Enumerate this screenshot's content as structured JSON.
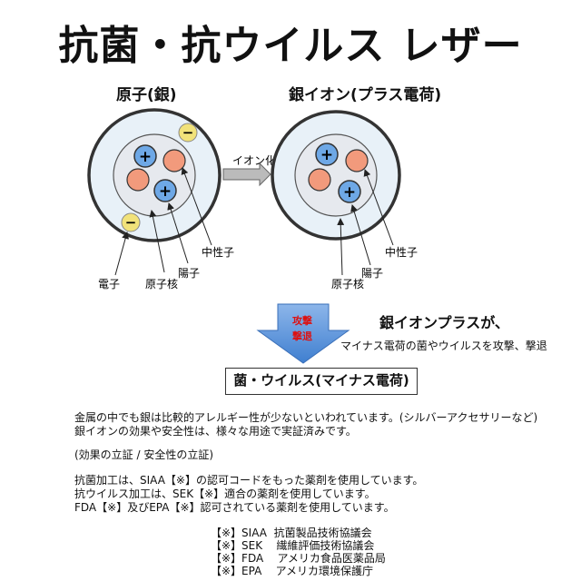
{
  "title": "抗菌・抗ウイルス レザー",
  "atom": {
    "title": "原子(銀)",
    "labels": {
      "electron": "電子",
      "nucleus": "原子核",
      "proton": "陽子",
      "neutron": "中性子"
    }
  },
  "ion": {
    "title": "銀イオン(プラス電荷)",
    "labels": {
      "nucleus": "原子核",
      "proton": "陽子",
      "neutron": "中性子"
    }
  },
  "arrow_label": "イオン化",
  "signs": {
    "plus": "+",
    "minus": "−"
  },
  "attack": {
    "line1": "攻撃",
    "line2": "撃退"
  },
  "silver_plus": "銀イオンプラスが、",
  "silver_plus_desc": "マイナス電荷の菌やウイルスを攻撃、撃退",
  "box_title": "菌・ウイルス(マイナス電荷)",
  "paragraph1": [
    "金属の中でも銀は比較的アレルギー性が少ないといわれています。(シルバーアクセサリーなど)",
    "銀イオンの効果や安全性は、様々な用途で実証済みです。"
  ],
  "proof": "(効果の立証 / 安全性の立証)",
  "paragraph2": [
    "抗菌加工は、SIAA【※】の認可コードをもった薬剤を使用しています。",
    "抗ウイルス加工は、SEK【※】適合の薬剤を使用しています。",
    "FDA【※】及びEPA【※】認可されている薬剤を使用しています。"
  ],
  "legend": [
    "【※】SIAA  抗菌製品技術協議会",
    "【※】SEK    繊維評価技術協議会",
    "【※】FDA    アメリカ食品医薬品局",
    "【※】EPA    アメリカ環境保護庁"
  ],
  "colors": {
    "outer_fill": "#e8f1f8",
    "inner_fill": "#e6e9ee",
    "proton": "#6ea8e6",
    "neutron": "#f29a7c",
    "electron": "#f1e27a",
    "down_arrow": "#5c93d6",
    "attack_text": "#dd1111"
  }
}
